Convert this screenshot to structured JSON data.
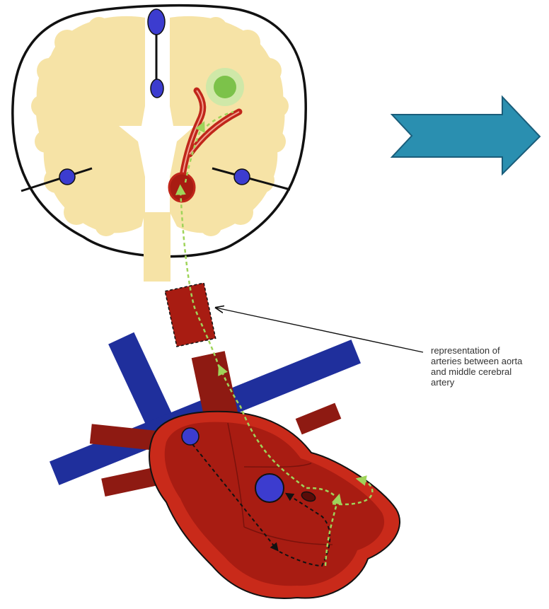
{
  "annotation": {
    "lines": [
      "representation of",
      "arteries between aorta",
      "and middle cerebral",
      "artery"
    ]
  },
  "colors": {
    "brain_tissue": "#f6e3a6",
    "skull_outline": "#111111",
    "ventricle_blue": "#3c3ccf",
    "artery_red": "#c0261a",
    "heart_red": "#a81c12",
    "heart_outer": "#c92a1a",
    "vein_blue": "#1f2f9c",
    "vessel_darkred": "#8e1a12",
    "clot_green": "#7cc24a",
    "path_green": "#9fd45a",
    "path_black": "#111111",
    "arrow_teal": "#2a8fb0"
  },
  "icons": {
    "process_arrow": "chevron-right-arrow-icon"
  }
}
